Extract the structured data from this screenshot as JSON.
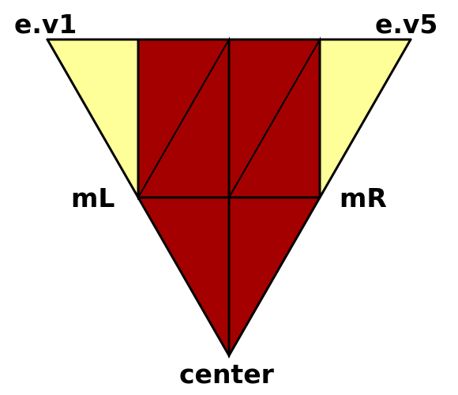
{
  "vertices": {
    "e_v1": "e.v1",
    "e_v5": "e.v5",
    "mL": "mL",
    "mR": "mR",
    "center": "center"
  },
  "colors": {
    "red_fill": "#a50000",
    "yellow_fill": "#ffff99",
    "stroke": "#000000",
    "background": "#ffffff"
  }
}
